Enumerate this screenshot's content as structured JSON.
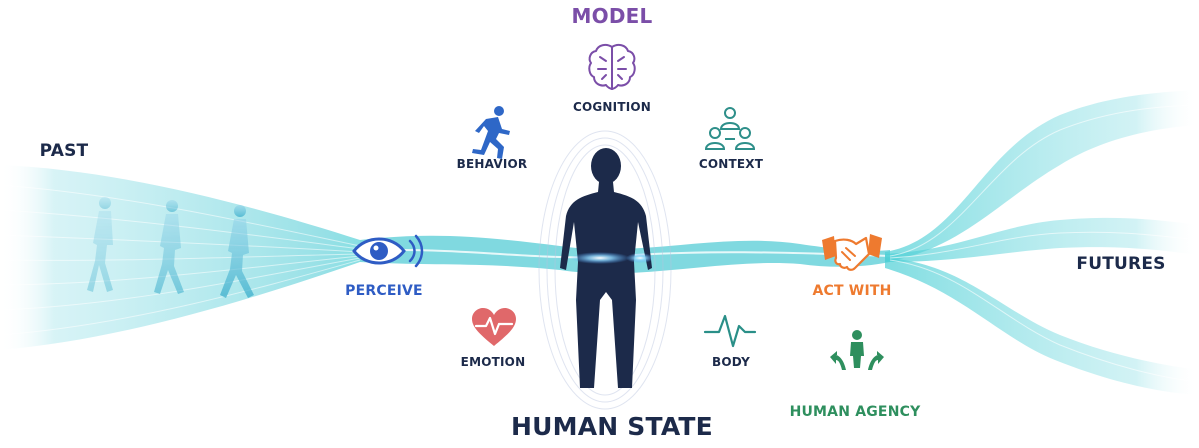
{
  "title": "MODEL",
  "timeline": {
    "past": "PAST",
    "futures": "FUTURES"
  },
  "model_factors": {
    "cognition": "COGNITION",
    "behavior": "BEHAVIOR",
    "context": "CONTEXT",
    "emotion": "EMOTION",
    "body": "BODY"
  },
  "actions": {
    "perceive": "PERCEIVE",
    "act_with": "ACT WITH",
    "human_agency": "HUMAN AGENCY"
  },
  "center_label": "HUMAN STATE",
  "colors": {
    "model": "#7b4ea8",
    "behavior": "#2e67c7",
    "perceive": "#2e5cc4",
    "context": "#2e8f8a",
    "emotion": "#e0686a",
    "body": "#2a8f88",
    "act_with": "#ee7a2f",
    "human_agency": "#2e8f5e",
    "figure": "#1c2a4a",
    "stream": "#4fd0d6",
    "text_dark": "#1c2a4a"
  },
  "icons": {
    "brain": "brain-icon",
    "runner": "running-person-icon",
    "people": "people-network-icon",
    "eye": "eye-icon",
    "heart": "heart-pulse-icon",
    "pulse": "pulse-line-icon",
    "handshake": "handshake-icon",
    "agency": "person-diverging-arrows-icon",
    "human": "human-silhouette",
    "walkers": "walking-figures"
  }
}
